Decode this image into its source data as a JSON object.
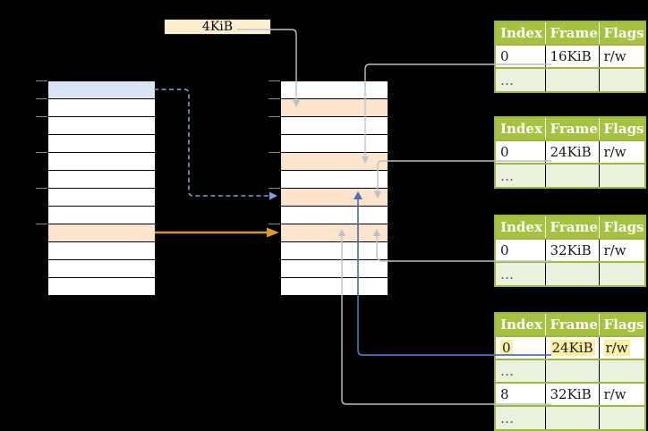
{
  "label_4kib": "4KiB",
  "colors": {
    "header_green": "#a5c33e",
    "border_green": "#9cb83c",
    "shaded_row": "#ebf1dd",
    "peach": "#fce4cd",
    "blue_row": "#d9e5f5",
    "label_cream": "#fcefcf",
    "highlight_yellow": "#f9f0a2",
    "gray_connector": "#bcc1c9",
    "blue_dashed": "#7ea2d8",
    "blue_solid": "#4a72b8",
    "orange_arrow": "#d9992b"
  },
  "memory_columns": {
    "left": {
      "rows": [
        "blue",
        "",
        "",
        "",
        "",
        "",
        "",
        "",
        "peach",
        "",
        "",
        ""
      ]
    },
    "middle": {
      "rows": [
        "",
        "peach",
        "",
        "",
        "peach",
        "",
        "peach",
        "",
        "peach",
        "",
        "",
        ""
      ]
    }
  },
  "page_tables": [
    {
      "headers": [
        "Index",
        "Frame",
        "Flags"
      ],
      "rows": [
        {
          "cells": [
            "0",
            "16KiB",
            "r/w"
          ],
          "shaded": false,
          "highlighted": false
        },
        {
          "cells": [
            "…",
            "",
            ""
          ],
          "shaded": true,
          "highlighted": false
        }
      ]
    },
    {
      "headers": [
        "Index",
        "Frame",
        "Flags"
      ],
      "rows": [
        {
          "cells": [
            "0",
            "24KiB",
            "r/w"
          ],
          "shaded": false,
          "highlighted": false
        },
        {
          "cells": [
            "…",
            "",
            ""
          ],
          "shaded": true,
          "highlighted": false
        }
      ]
    },
    {
      "headers": [
        "Index",
        "Frame",
        "Flags"
      ],
      "rows": [
        {
          "cells": [
            "0",
            "32KiB",
            "r/w"
          ],
          "shaded": false,
          "highlighted": false
        },
        {
          "cells": [
            "…",
            "",
            ""
          ],
          "shaded": true,
          "highlighted": false
        }
      ]
    },
    {
      "headers": [
        "Index",
        "Frame",
        "Flags"
      ],
      "rows": [
        {
          "cells": [
            "0",
            "24KiB",
            "r/w"
          ],
          "shaded": false,
          "highlighted": true
        },
        {
          "cells": [
            "…",
            "",
            ""
          ],
          "shaded": true,
          "highlighted": false
        },
        {
          "cells": [
            "8",
            "32KiB",
            "r/w"
          ],
          "shaded": false,
          "highlighted": false
        },
        {
          "cells": [
            "…",
            "",
            ""
          ],
          "shaded": true,
          "highlighted": false
        }
      ]
    }
  ]
}
